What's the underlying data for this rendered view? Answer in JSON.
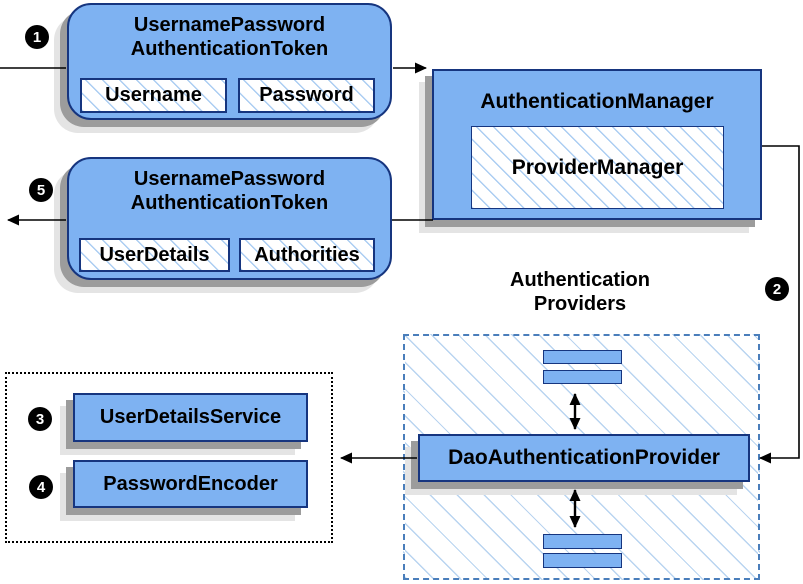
{
  "colors": {
    "box_fill": "#7eb2f2",
    "box_border": "#16357f",
    "hatch_line": "#abcdf2",
    "hatch_line_big": "#b9d4f0",
    "dashed_border": "#4a7ebb",
    "shadow_dark": "#9c9c9c",
    "shadow_light": "#e4e4e4",
    "badge_bg": "#000000",
    "badge_fg": "#ffffff"
  },
  "nodes": {
    "request_token": {
      "title_line1": "UsernamePassword",
      "title_line2": "AuthenticationToken",
      "fields": [
        "Username",
        "Password"
      ]
    },
    "auth_manager": {
      "title": "AuthenticationManager",
      "inner": "ProviderManager"
    },
    "result_token": {
      "title_line1": "UsernamePassword",
      "title_line2": "AuthenticationToken",
      "fields": [
        "UserDetails",
        "Authorities"
      ]
    },
    "providers_group": {
      "label_line1": "Authentication",
      "label_line2": "Providers"
    },
    "dao_provider": {
      "title": "DaoAuthenticationProvider"
    },
    "services": {
      "user_details_service": "UserDetailsService",
      "password_encoder": "PasswordEncoder"
    }
  },
  "badges": {
    "b1": "1",
    "b2": "2",
    "b3": "3",
    "b4": "4",
    "b5": "5"
  }
}
